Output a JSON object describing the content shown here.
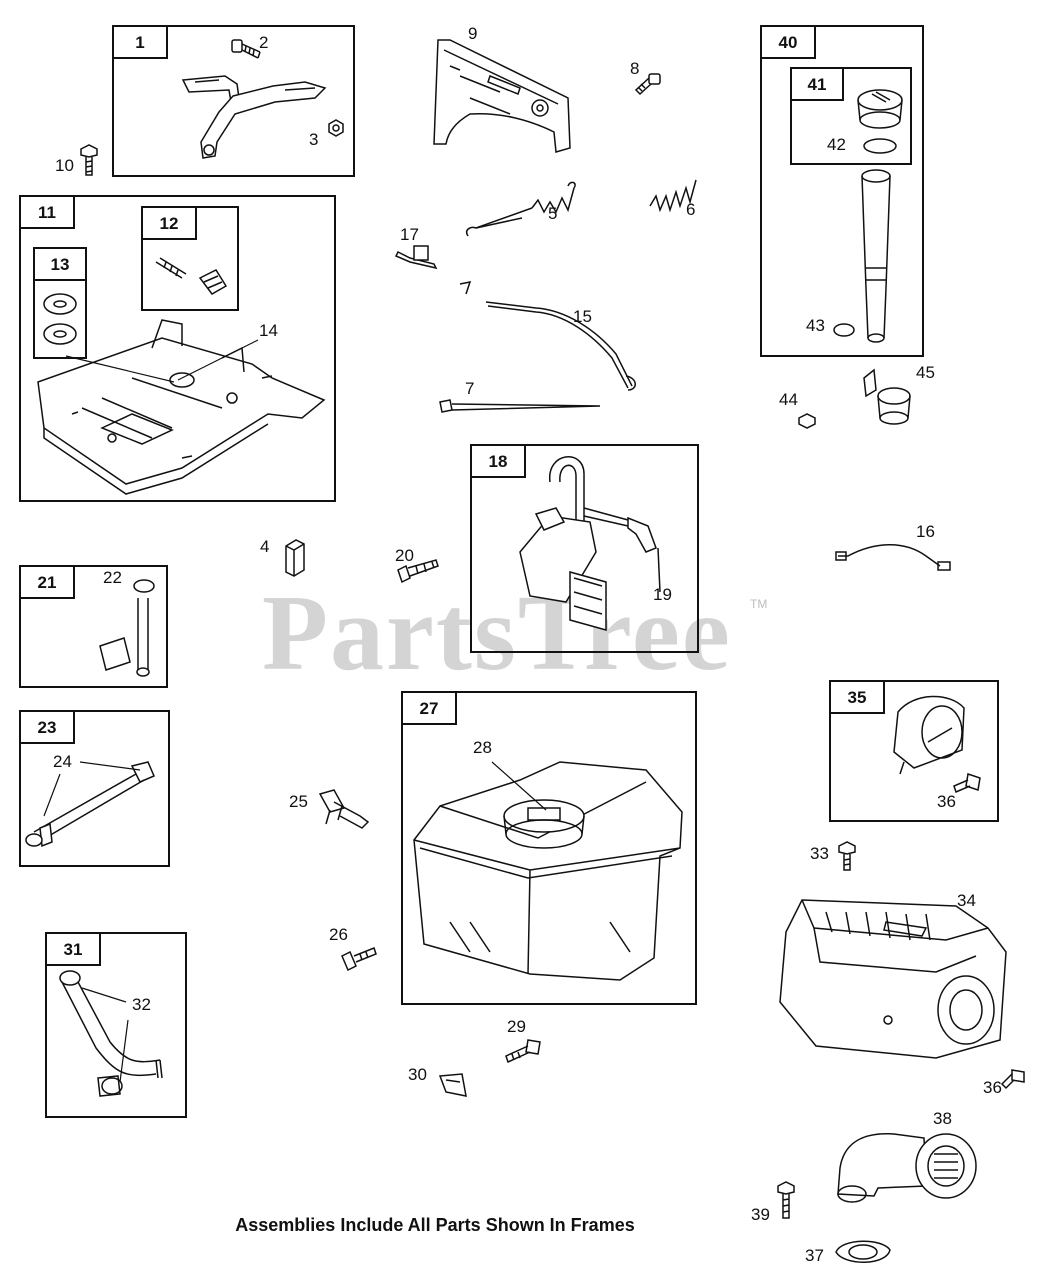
{
  "watermark": {
    "text": "PartsTree",
    "trademark": "TM"
  },
  "caption": "Assemblies Include All Parts Shown In Frames",
  "frames": {
    "f1": "1",
    "f11": "11",
    "f12": "12",
    "f13": "13",
    "f18": "18",
    "f21": "21",
    "f23": "23",
    "f27": "27",
    "f31": "31",
    "f35": "35",
    "f40": "40",
    "f41": "41"
  },
  "callouts": {
    "c2": "2",
    "c3": "3",
    "c4": "4",
    "c5": "5",
    "c6": "6",
    "c7": "7",
    "c8": "8",
    "c9": "9",
    "c10": "10",
    "c14": "14",
    "c15": "15",
    "c16": "16",
    "c17": "17",
    "c19": "19",
    "c20": "20",
    "c22": "22",
    "c24": "24",
    "c25": "25",
    "c26": "26",
    "c28": "28",
    "c29": "29",
    "c30": "30",
    "c32": "32",
    "c33": "33",
    "c34": "34",
    "c36a": "36",
    "c36b": "36",
    "c37": "37",
    "c38": "38",
    "c39": "39",
    "c42": "42",
    "c43": "43",
    "c44": "44",
    "c45": "45"
  },
  "colors": {
    "line": "#111111",
    "watermark": "#d4d4d4"
  }
}
